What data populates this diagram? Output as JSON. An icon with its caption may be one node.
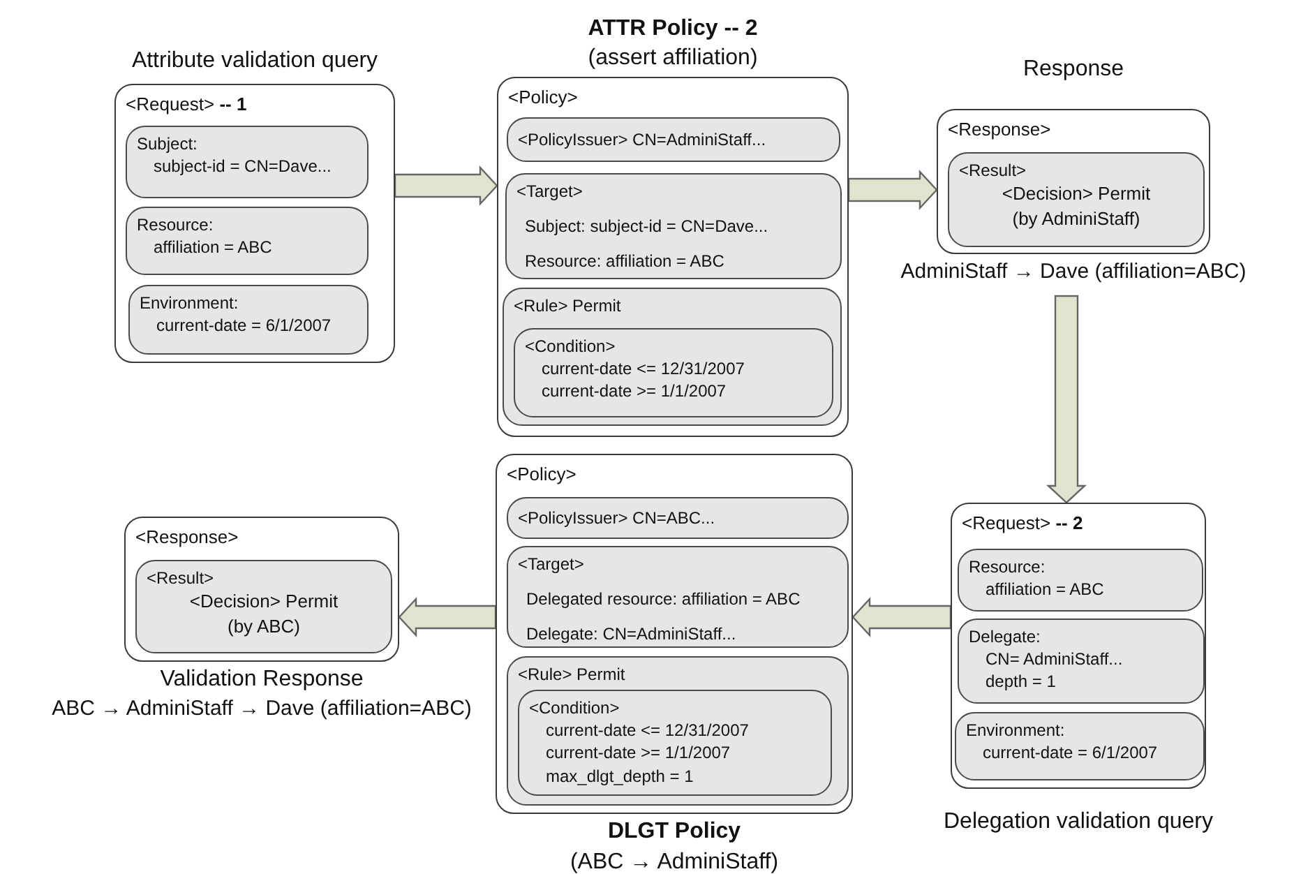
{
  "diagram": {
    "nodes": [
      {
        "text": [
          "Attribute validation query",
          "<Request> **-- 1**"
        ]
      },
      {
        "text": [
          "Subject:",
          "subject-id = CN=Dave..."
        ],
        "in": 0
      },
      {
        "text": [
          "Resource:",
          "affiliation = ABC"
        ],
        "in": 0
      },
      {
        "text": [
          "Environment:",
          "current-date = 6/1/2007"
        ],
        "in": 0
      },
      {
        "text": [
          "ATTR Policy -- 2",
          "(assert affiliation)",
          "<Policy>"
        ]
      },
      {
        "text": [
          "<PolicyIssuer> CN=AdminiStaff..."
        ],
        "in": 4
      },
      {
        "text": [
          "<Target>",
          "Subject: subject-id = CN=Dave...",
          "Resource: affiliation = ABC"
        ],
        "in": 4
      },
      {
        "text": [
          "<Rule> Permit"
        ],
        "in": 4
      },
      {
        "text": [
          "<Condition>",
          "current-date <= 12/31/2007",
          "current-date >= 1/1/2007"
        ],
        "in": 7
      },
      {
        "text": [
          "Response",
          "<Response>"
        ],
        "beside": [
          "AdminiStaff → Dave (affiliation=ABC)"
        ]
      },
      {
        "text": [
          "<Result>",
          "<Decision> Permit",
          "(by AdminiStaff)"
        ],
        "in": 9
      },
      {
        "text": [
          "<Request> **-- 2**",
          "Delegation validation query"
        ]
      },
      {
        "text": [
          "Resource:",
          "affiliation = ABC"
        ],
        "in": 11
      },
      {
        "text": [
          "Delegate:",
          "CN= AdminiStaff...",
          "depth = 1"
        ],
        "in": 11
      },
      {
        "text": [
          "Environment:",
          "current-date = 6/1/2007"
        ],
        "in": 11
      },
      {
        "text": [
          "<Policy>",
          "DLGT Policy",
          "(ABC → AdminiStaff)"
        ]
      },
      {
        "text": [
          "<PolicyIssuer> CN=ABC..."
        ],
        "in": 15
      },
      {
        "text": [
          "<Target>",
          "Delegated resource: affiliation = ABC",
          "Delegate: CN=AdminiStaff..."
        ],
        "in": 15
      },
      {
        "text": [
          "<Rule> Permit"
        ],
        "in": 15
      },
      {
        "text": [
          "<Condition>",
          "current-date <= 12/31/2007",
          "current-date >= 1/1/2007",
          "max_dlgt_depth = 1"
        ],
        "in": 18
      },
      {
        "text": [
          "<Response>",
          "Validation Response"
        ],
        "beside": [
          "ABC → AdminiStaff → Dave (affiliation=ABC)"
        ]
      },
      {
        "text": [
          "<Result>",
          "<Decision> Permit",
          "(by ABC)"
        ],
        "in": 20
      }
    ],
    "edges": [
      {
        "from": 0,
        "to": 4,
        "arrow": "to"
      },
      {
        "from": 4,
        "to": 9,
        "arrow": "to"
      },
      {
        "from": 9,
        "to": 11,
        "arrow": "to"
      },
      {
        "from": 11,
        "to": 15,
        "arrow": "to"
      },
      {
        "from": 15,
        "to": 20,
        "arrow": "to"
      }
    ]
  }
}
